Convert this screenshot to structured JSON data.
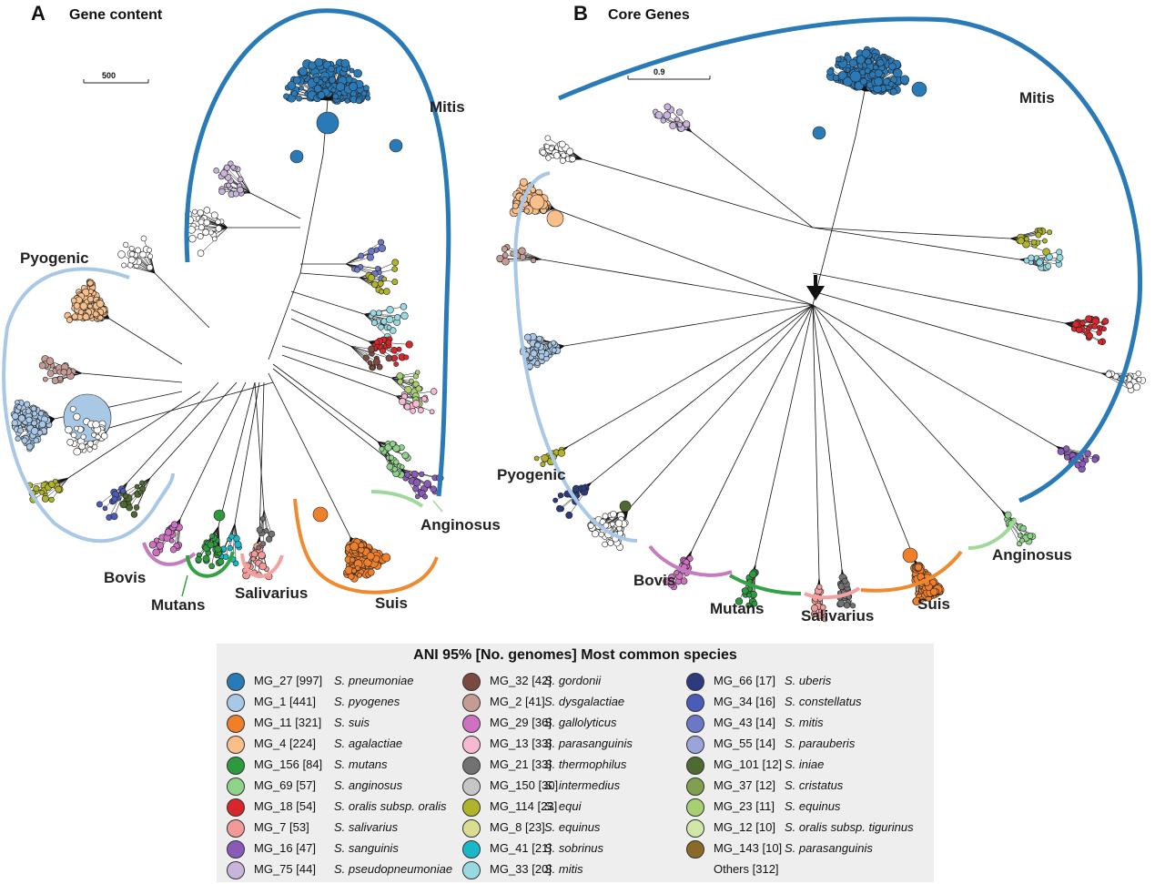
{
  "panel_a": {
    "letter": "A",
    "title": "Gene content",
    "scale_label": "500"
  },
  "panel_b": {
    "letter": "B",
    "title": "Core Genes",
    "scale_label": "0.9"
  },
  "clades_a": {
    "mitis": "Mitis",
    "pyogenic": "Pyogenic",
    "anginosus": "Anginosus",
    "bovis": "Bovis",
    "mutans": "Mutans",
    "salivarius": "Salivarius",
    "suis": "Suis"
  },
  "clades_b": {
    "mitis": "Mitis",
    "pyogenic": "Pyogenic",
    "anginosus": "Anginosus",
    "bovis": "Bovis",
    "mutans": "Mutans",
    "salivarius": "Salivarius",
    "suis": "Suis"
  },
  "clade_colors": {
    "mitis": "#2a7ab8",
    "pyogenic": "#a9c8e6",
    "anginosus": "#9fd89a",
    "bovis": "#c77bbf",
    "mutans": "#33a244",
    "salivarius": "#f2a2a0",
    "suis": "#f08a30"
  },
  "legend": {
    "header": "ANI 95% [No. genomes]  Most common species",
    "columns": [
      [
        {
          "id": "MG_27 [997]",
          "species": "S. pneumoniae",
          "color": "#2a7ab8"
        },
        {
          "id": "MG_1 [441]",
          "species": "S. pyogenes",
          "color": "#a9c8e6"
        },
        {
          "id": "MG_11 [321]",
          "species": "S. suis",
          "color": "#f07f2a"
        },
        {
          "id": "MG_4 [224]",
          "species": "S. agalactiae",
          "color": "#f8bf8a"
        },
        {
          "id": "MG_156 [84]",
          "species": "S. mutans",
          "color": "#2e9a40"
        },
        {
          "id": "MG_69 [57]",
          "species": "S. anginosus",
          "color": "#8fd28a"
        },
        {
          "id": "MG_18 [54]",
          "species": "S. oralis subsp. oralis",
          "color": "#d7262c"
        },
        {
          "id": "MG_7 [53]",
          "species": "S. salivarius",
          "color": "#f29a98"
        },
        {
          "id": "MG_16 [47]",
          "species": "S. sanguinis",
          "color": "#8a5ab8"
        },
        {
          "id": "MG_75 [44]",
          "species": "S. pseudopneumoniae",
          "color": "#c9b5dc"
        }
      ],
      [
        {
          "id": "MG_32 [42]",
          "species": "S. gordonii",
          "color": "#7a4a40"
        },
        {
          "id": "MG_2 [41]",
          "species": "S. dysgalactiae",
          "color": "#c49c94"
        },
        {
          "id": "MG_29 [36]",
          "species": "S. gallolyticus",
          "color": "#d070c0"
        },
        {
          "id": "MG_13 [33]",
          "species": "S. parasanguinis",
          "color": "#f6b8d2"
        },
        {
          "id": "MG_21 [33]",
          "species": "S. thermophilus",
          "color": "#727272"
        },
        {
          "id": "MG_150 [30]",
          "species": "S. intermedius",
          "color": "#c6c6c6"
        },
        {
          "id": "MG_114 [23]",
          "species": "S. equi",
          "color": "#b0b42a"
        },
        {
          "id": "MG_8 [23]",
          "species": "S. equinus",
          "color": "#dadc90"
        },
        {
          "id": "MG_41 [21]",
          "species": "S. sobrinus",
          "color": "#18b8c8"
        },
        {
          "id": "MG_33 [20]",
          "species": "S. mitis",
          "color": "#98dae2"
        }
      ],
      [
        {
          "id": "MG_66 [17]",
          "species": "S. uberis",
          "color": "#2e3a7e"
        },
        {
          "id": "MG_34 [16]",
          "species": "S. constellatus",
          "color": "#4a5cb8"
        },
        {
          "id": "MG_43 [14]",
          "species": "S. mitis",
          "color": "#6a78c6"
        },
        {
          "id": "MG_55 [14]",
          "species": "S. parauberis",
          "color": "#9aa4d8"
        },
        {
          "id": "MG_101 [12]",
          "species": "S. iniae",
          "color": "#4e6a30"
        },
        {
          "id": "MG_37 [12]",
          "species": "S. cristatus",
          "color": "#80a050"
        },
        {
          "id": "MG_23 [11]",
          "species": "S. equinus",
          "color": "#a8d070"
        },
        {
          "id": "MG_12 [10]",
          "species": "S. oralis subsp. tigurinus",
          "color": "#d2e6a8"
        },
        {
          "id": "MG_143 [10]",
          "species": "S. parasanguinis",
          "color": "#8a6a28"
        }
      ]
    ],
    "others": "Others [312]"
  }
}
